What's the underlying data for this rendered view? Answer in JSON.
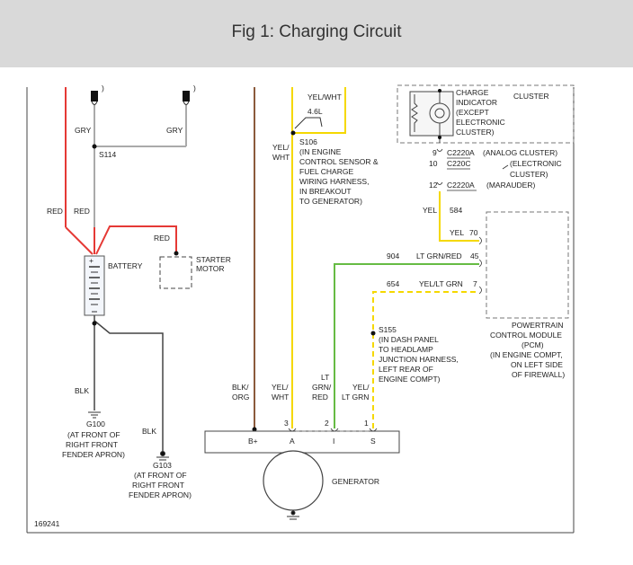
{
  "header": {
    "title": "Fig 1: Charging Circuit"
  },
  "colors": {
    "red": "#e53935",
    "yellow": "#f5d800",
    "green": "#66bb44",
    "brown": "#8b5a3c",
    "gray": "#aaaaaa",
    "black": "#333333"
  },
  "diagram": {
    "top_left_partial": ")",
    "top_mid_partial": ")",
    "gry_left": "GRY",
    "gry_right": "GRY",
    "s114": "S114",
    "red_1": "RED",
    "red_2": "RED",
    "red_3": "RED",
    "battery": "BATTERY",
    "battery_plus": "+",
    "starter_1": "STARTER",
    "starter_2": "MOTOR",
    "blk_left": "BLK",
    "g100": [
      "G100",
      "(AT FRONT OF",
      "RIGHT FRONT",
      "FENDER APRON)"
    ],
    "blk_mid": "BLK",
    "g103": [
      "G103",
      "(AT FRONT OF",
      "RIGHT FRONT",
      "FENDER APRON)"
    ],
    "yel_wht_top": "YEL/WHT",
    "engine_46": "4.6L",
    "yel_wht_side": [
      "YEL/",
      "WHT"
    ],
    "s106": [
      "S106",
      "(IN ENGINE",
      "CONTROL SENSOR &",
      "FUEL CHARGE",
      "WIRING HARNESS,",
      "IN BREAKOUT",
      "TO GENERATOR)"
    ],
    "charge_indicator": [
      "CHARGE",
      "INDICATOR",
      "(EXCEPT",
      "ELECTRONIC",
      "CLUSTER)"
    ],
    "cluster_label": "CLUSTER",
    "conn_rows": [
      {
        "pin": "9",
        "conn": "C2220A",
        "desc": "(ANALOG CLUSTER)"
      },
      {
        "pin": "10",
        "conn": "C220C",
        "desc": "(ELECTRONIC"
      },
      {
        "pin": "",
        "conn": "",
        "desc": "CLUSTER)"
      },
      {
        "pin": "12",
        "conn": "C2220A",
        "desc": "(MARAUDER)"
      }
    ],
    "yel_584": [
      "YEL",
      "584"
    ],
    "yel_70": [
      "YEL",
      "70"
    ],
    "wire_904": [
      "904",
      "LT GRN/RED",
      "45"
    ],
    "wire_654": [
      "654",
      "YEL/LT GRN",
      "7"
    ],
    "pcm": [
      "POWERTRAIN",
      "CONTROL MODULE",
      "(PCM)",
      "(IN ENGINE COMPT,",
      "ON LEFT SIDE",
      "OF FIREWALL)"
    ],
    "s155": [
      "S155",
      "(IN DASH PANEL",
      "TO HEADLAMP",
      "JUNCTION HARNESS,",
      "LEFT REAR OF",
      "ENGINE COMPT)"
    ],
    "blk_org": [
      "BLK/",
      "ORG"
    ],
    "yel_wht_bottom": [
      "YEL/",
      "WHT"
    ],
    "lt_grn_red": [
      "LT",
      "GRN/",
      "RED"
    ],
    "yel_lt_grn": [
      "YEL/",
      "LT GRN"
    ],
    "gen_pins": [
      "3",
      "2",
      "1"
    ],
    "gen_terms": [
      "B+",
      "A",
      "I",
      "S"
    ],
    "generator": "GENERATOR",
    "fig_id": "169241"
  }
}
